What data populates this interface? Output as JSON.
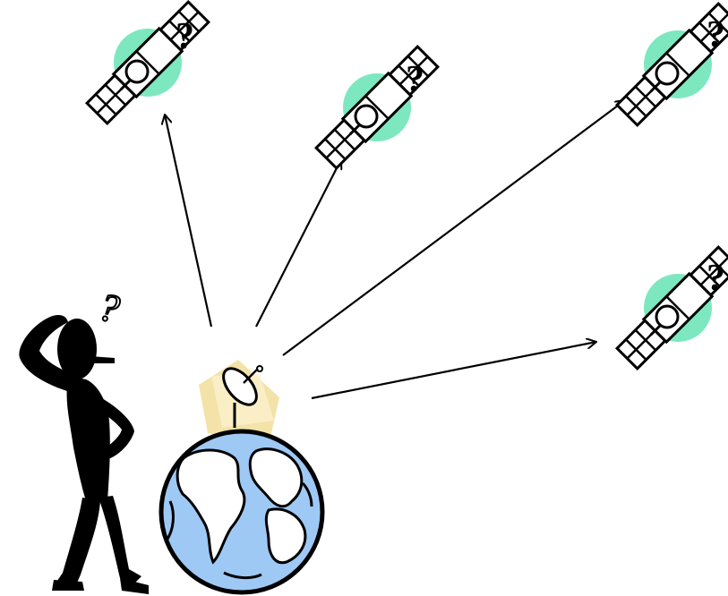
{
  "satellites": [
    {
      "id": "sat-1",
      "question": "?"
    },
    {
      "id": "sat-2",
      "question": "?"
    },
    {
      "id": "sat-3",
      "question": "?"
    },
    {
      "id": "sat-4",
      "question": "?"
    }
  ],
  "person": {
    "question": "?"
  },
  "colors": {
    "satellite_glow": "#7de8c0",
    "ocean": "#9ec9f5",
    "dish_backdrop": "#f3e3a8",
    "ink": "#000000"
  },
  "icons": [
    "satellite-icon",
    "thinking-person-icon",
    "globe-icon",
    "satellite-dish-icon"
  ]
}
